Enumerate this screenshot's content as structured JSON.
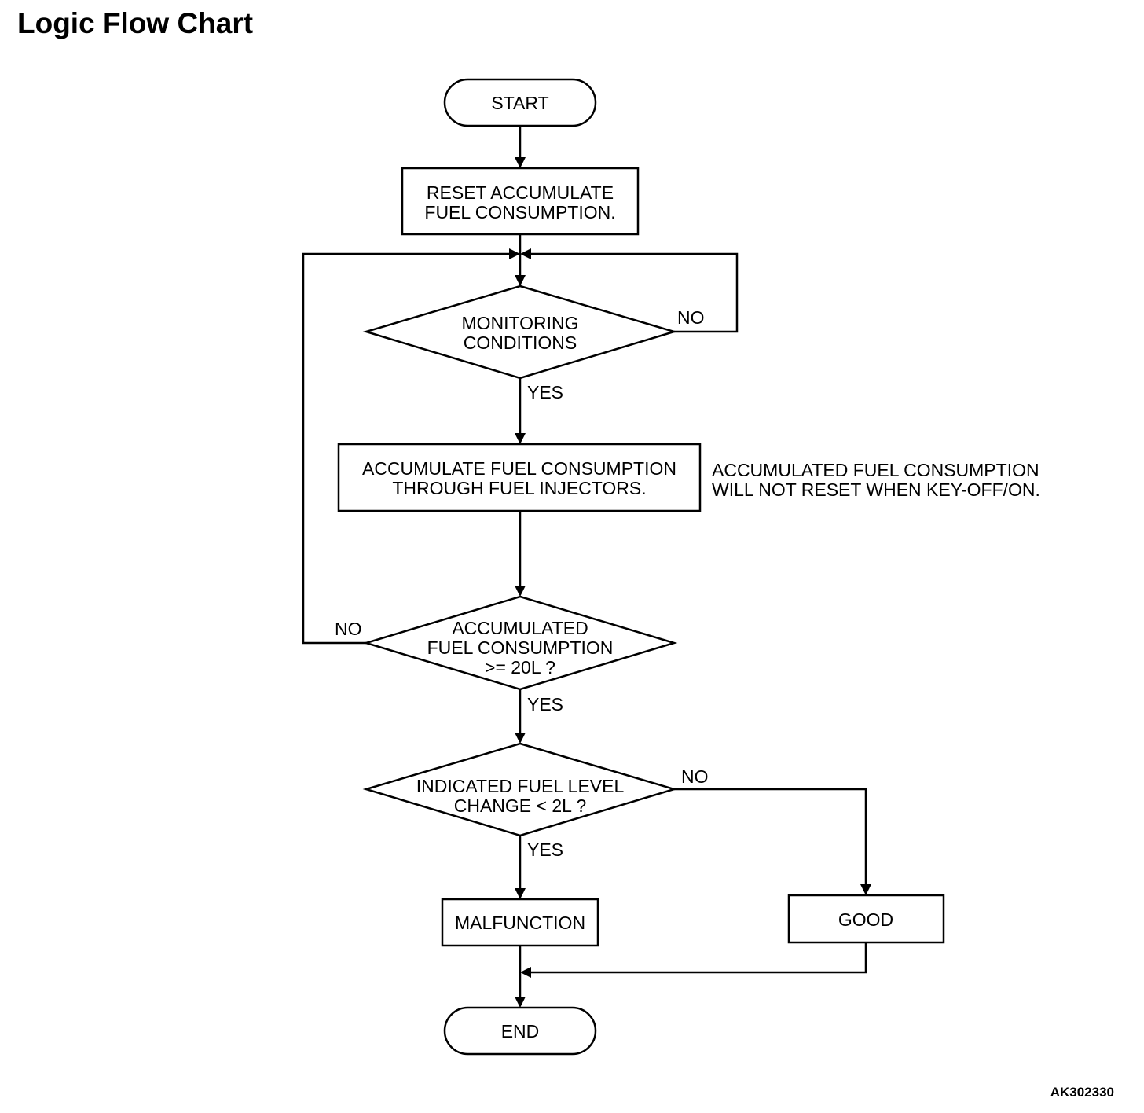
{
  "title": "Logic Flow Chart",
  "figure_id": "AK302330",
  "flowchart": {
    "nodes": {
      "start": {
        "type": "terminal",
        "lines": [
          "START"
        ]
      },
      "reset": {
        "type": "process",
        "lines": [
          "RESET ACCUMULATE",
          "FUEL CONSUMPTION."
        ]
      },
      "monitoring": {
        "type": "decision",
        "lines": [
          "MONITORING",
          "CONDITIONS"
        ]
      },
      "accumulate": {
        "type": "process",
        "lines": [
          "ACCUMULATE FUEL CONSUMPTION",
          "THROUGH FUEL INJECTORS."
        ]
      },
      "threshold": {
        "type": "decision",
        "lines": [
          "ACCUMULATED",
          "FUEL CONSUMPTION",
          ">= 20L ?"
        ]
      },
      "level_change": {
        "type": "decision",
        "lines": [
          "INDICATED FUEL LEVEL",
          "CHANGE < 2L ?"
        ]
      },
      "malfunction": {
        "type": "process",
        "lines": [
          "MALFUNCTION"
        ]
      },
      "good": {
        "type": "process",
        "lines": [
          "GOOD"
        ]
      },
      "end": {
        "type": "terminal",
        "lines": [
          "END"
        ]
      }
    },
    "note": {
      "lines": [
        "ACCUMULATED FUEL CONSUMPTION",
        "WILL NOT RESET WHEN KEY-OFF/ON."
      ]
    },
    "edge_labels": {
      "monitoring_no": "NO",
      "monitoring_yes": "YES",
      "threshold_no": "NO",
      "threshold_yes": "YES",
      "level_change_no": "NO",
      "level_change_yes": "YES"
    }
  }
}
